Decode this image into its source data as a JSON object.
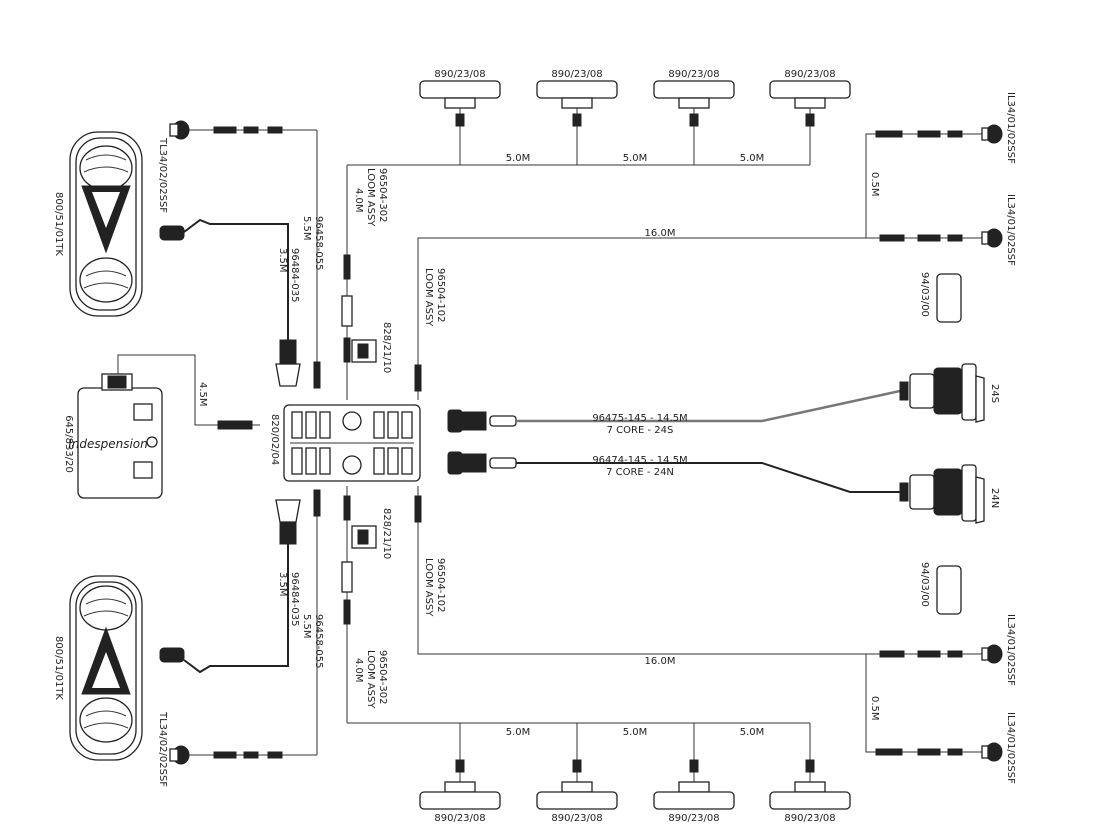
{
  "marker_lamps": {
    "part": "890/23/08",
    "top_lengths": [
      "5.0M",
      "5.0M",
      "5.0M"
    ],
    "bottom_lengths": [
      "5.0M",
      "5.0M",
      "5.0M"
    ]
  },
  "rear_lamp": {
    "part": "800/51/01TK"
  },
  "tl_lamp": {
    "part": "TL34/02/02SSF"
  },
  "il_lamp": {
    "part": "IL34/01/02SSF"
  },
  "control_box": {
    "part": "645/833/20",
    "wire_length": "4.5M"
  },
  "junction_box": {
    "part": "820/02/04"
  },
  "connector_828": {
    "part": "828/21/10"
  },
  "reflector": {
    "part": "94/03/00"
  },
  "looms": {
    "loom_label": "LOOM ASSY",
    "l302": {
      "part": "96504-302",
      "length": "4.0M"
    },
    "l102": {
      "part": "96504-102",
      "length": "16.0M"
    },
    "l055": {
      "part": "96458-055",
      "length": "5.5M"
    },
    "l035": {
      "part": "96484-035",
      "length": "3.5M"
    },
    "short_length": "0.5M"
  },
  "sockets": {
    "s24s": {
      "label": "24S",
      "cable": "96475-145 - 14.5M",
      "core": "7 CORE - 24S"
    },
    "s24n": {
      "label": "24N",
      "cable": "96474-145 - 14.5M",
      "core": "7 CORE - 24N"
    }
  }
}
